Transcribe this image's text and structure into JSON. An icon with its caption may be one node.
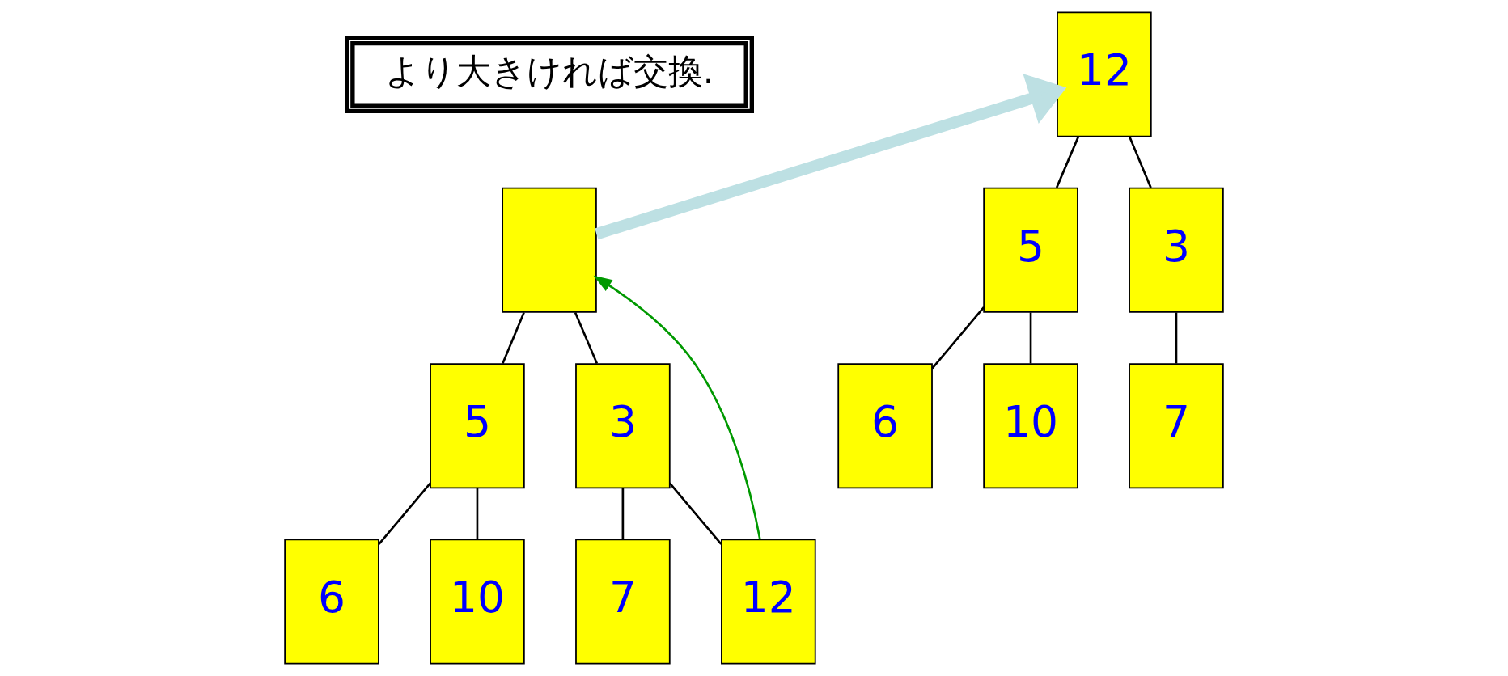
{
  "diagram": {
    "nodes": [
      {
        "text": [
          "より大きければ交換."
        ]
      },
      {
        "text": [],
        "shape": "box"
      },
      {
        "text": [
          "5"
        ]
      },
      {
        "text": [
          "3"
        ]
      },
      {
        "text": [
          "6"
        ]
      },
      {
        "text": [
          "10"
        ]
      },
      {
        "text": [
          "7"
        ]
      },
      {
        "text": [
          "12"
        ]
      },
      {
        "text": [
          "12"
        ]
      },
      {
        "text": [
          "5"
        ]
      },
      {
        "text": [
          "3"
        ]
      },
      {
        "text": [
          "6"
        ]
      },
      {
        "text": [
          "10"
        ]
      },
      {
        "text": [
          "7"
        ]
      }
    ],
    "edges": [
      {
        "from": 1,
        "to": 2,
        "arrow": "none"
      },
      {
        "from": 1,
        "to": 3,
        "arrow": "none"
      },
      {
        "from": 2,
        "to": 4,
        "arrow": "none"
      },
      {
        "from": 2,
        "to": 5,
        "arrow": "none"
      },
      {
        "from": 3,
        "to": 6,
        "arrow": "none"
      },
      {
        "from": 3,
        "to": 7,
        "arrow": "none"
      },
      {
        "from": 7,
        "to": 1,
        "arrow": "to",
        "color": "#009900"
      },
      {
        "from": 1,
        "to": 8,
        "arrow": "to",
        "style": "thick",
        "color": "#bde0e3"
      },
      {
        "from": 8,
        "to": 9,
        "arrow": "none"
      },
      {
        "from": 8,
        "to": 10,
        "arrow": "none"
      },
      {
        "from": 9,
        "to": 11,
        "arrow": "none"
      },
      {
        "from": 9,
        "to": 12,
        "arrow": "none"
      },
      {
        "from": 10,
        "to": 13,
        "arrow": "none"
      }
    ]
  }
}
